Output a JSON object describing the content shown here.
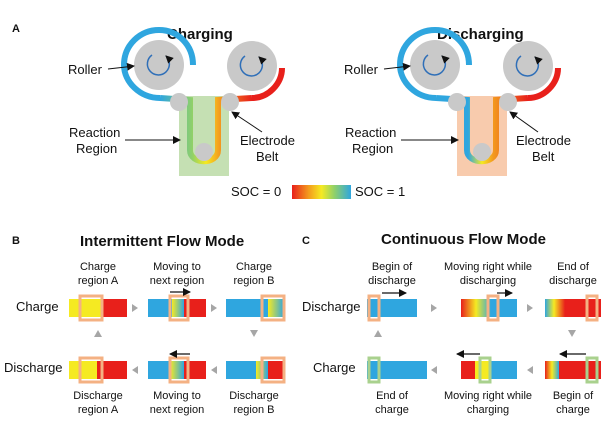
{
  "panel_a": {
    "tag": "A",
    "charging": {
      "title": "Charging",
      "roller_label": "Roller",
      "reaction_label_1": "Reaction",
      "reaction_label_2": "Region",
      "electrode_label_1": "Electrode",
      "electrode_label_2": "Belt"
    },
    "discharging": {
      "title": "Discharging",
      "roller_label": "Roller",
      "reaction_label_1": "Reaction",
      "reaction_label_2": "Region",
      "electrode_label_1": "Electrode",
      "electrode_label_2": "Belt"
    },
    "soc_left": "SOC = 0",
    "soc_right": "SOC = 1"
  },
  "panel_b": {
    "tag": "B",
    "title": "Intermittent Flow Mode",
    "row_charge": "Charge",
    "row_discharge": "Discharge",
    "top_labels": [
      [
        "Charge",
        "region A"
      ],
      [
        "Moving to",
        "next region"
      ],
      [
        "Charge",
        "region B"
      ]
    ],
    "bottom_labels": [
      [
        "Discharge",
        "region A"
      ],
      [
        "Moving to",
        "next region"
      ],
      [
        "Discharge",
        "region B"
      ]
    ]
  },
  "panel_c": {
    "tag": "C",
    "title": "Continuous Flow Mode",
    "row_discharge": "Discharge",
    "row_charge": "Charge",
    "top_labels": [
      [
        "Begin of",
        "discharge"
      ],
      [
        "Moving right while",
        "discharging"
      ],
      [
        "End of",
        "discharge"
      ]
    ],
    "bottom_labels": [
      [
        "End of",
        "charge"
      ],
      [
        "Moving right while",
        "charging"
      ],
      [
        "Begin of",
        "charge"
      ]
    ]
  },
  "colors": {
    "soc_empty": "#e8201b",
    "soc_mid": "#f5ea22",
    "soc_full": "#2fa6df",
    "reaction_charge": "#c5e0b3",
    "reaction_discharge": "#f8cbad",
    "region_marker": "#f4b183",
    "roller": "#c9c9c9",
    "arrow_gray": "#a6a6a6"
  }
}
